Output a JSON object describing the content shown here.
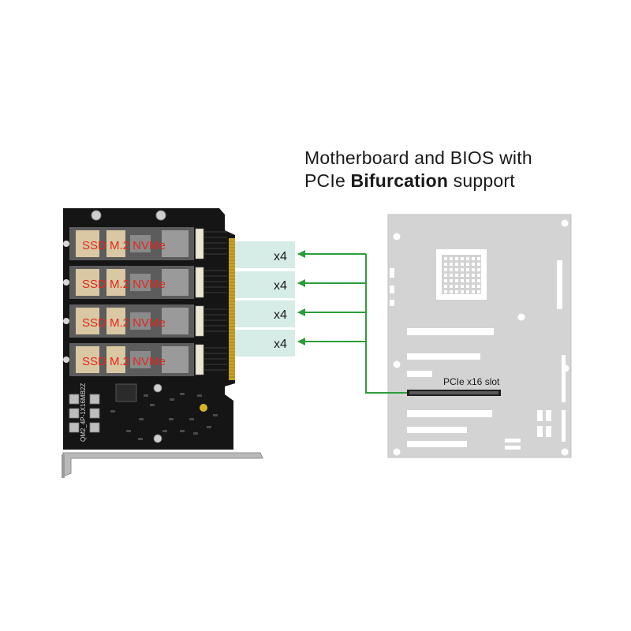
{
  "heading": {
    "line1": "Motherboard and BIOS  with",
    "line2_prefix": "PCIe ",
    "line2_bold": "Bifurcation",
    "line2_suffix": " support"
  },
  "card": {
    "slot_label": "SSD M.2 NVMe",
    "chip_label": "QM2_4P-1X16MB2Z"
  },
  "lanes": [
    "x4",
    "x4",
    "x4",
    "x4"
  ],
  "motherboard": {
    "slot_label": "PCIe x16 slot"
  },
  "colors": {
    "connector_green": "#2a9d3b",
    "lane_band": "#d6ece6",
    "pcb": "#151515",
    "gold": "#c9a227",
    "ssd_label": "#e0281e",
    "board_gray": "#d2d2d2"
  }
}
